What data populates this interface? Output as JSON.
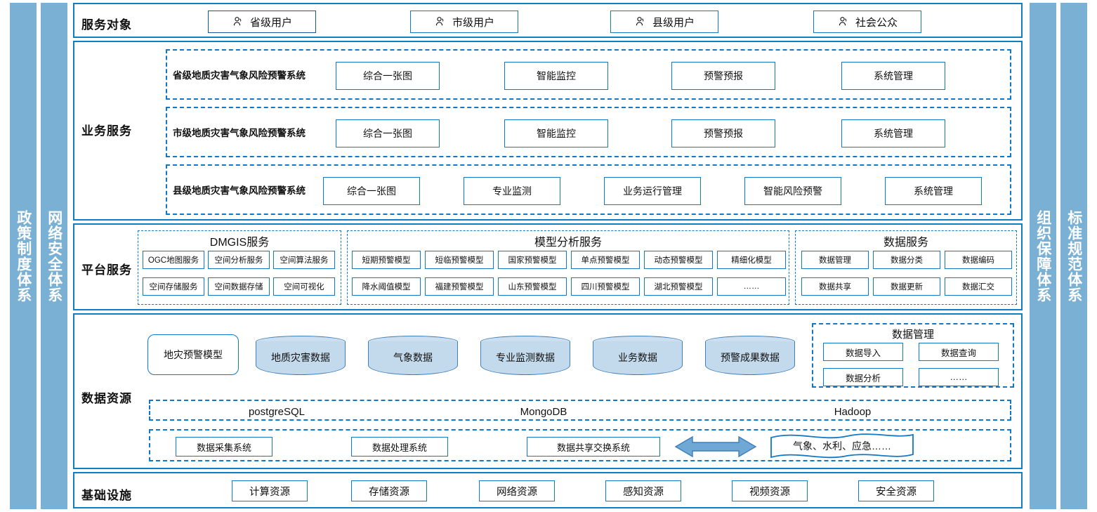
{
  "side_bands": {
    "left": [
      {
        "label": "政策制度体系"
      },
      {
        "label": "网络安全体系"
      }
    ],
    "right": [
      {
        "label": "组织保障体系"
      },
      {
        "label": "标准规范体系"
      }
    ]
  },
  "colors": {
    "band_fill": "#79b0d4",
    "frame_blue": "#0f7fc4",
    "box_blue": "#1277c4",
    "box_navy": "#19539a",
    "cylinder_fill": "#c3d9ec",
    "arrow_fill": "#6fa8d4"
  },
  "service_layer": {
    "label": "服务对象",
    "items": [
      {
        "label": "省级用户",
        "icon": "person-icon",
        "style": "navy"
      },
      {
        "label": "市级用户",
        "icon": "person-icon",
        "style": "blue"
      },
      {
        "label": "县级用户",
        "icon": "person-icon",
        "style": "blue"
      },
      {
        "label": "社会公众",
        "icon": "person-icon",
        "style": "blue"
      }
    ]
  },
  "business_layer": {
    "label": "业务服务",
    "groups": [
      {
        "title": "省级地质灾害气象风险预警系统",
        "items": [
          "综合一张图",
          "智能监控",
          "预警预报",
          "系统管理"
        ]
      },
      {
        "title": "市级地质灾害气象风险预警系统",
        "items": [
          "综合一张图",
          "智能监控",
          "预警预报",
          "系统管理"
        ]
      },
      {
        "title": "县级地质灾害气象风险预警系统",
        "items": [
          "综合一张图",
          "专业监测",
          "业务运行管理",
          "智能风险预警",
          "系统管理"
        ]
      }
    ]
  },
  "platform_layer": {
    "label": "平台服务",
    "groups": [
      {
        "title": "DMGIS服务",
        "row1": [
          "OGC地图服务",
          "空间分析服务",
          "空间算法服务"
        ],
        "row2": [
          "空间存储服务",
          "空间数据存储",
          "空间可视化"
        ]
      },
      {
        "title": "模型分析服务",
        "row1": [
          "短期预警模型",
          "短临预警模型",
          "国家预警模型",
          "单点预警模型",
          "动态预警模型",
          "精细化模型"
        ],
        "row2": [
          "降水阈值模型",
          "福建预警模型",
          "山东预警模型",
          "四川预警模型",
          "湖北预警模型",
          "……"
        ]
      },
      {
        "title": "数据服务",
        "row1": [
          "数据管理",
          "数据分类",
          "数据编码"
        ],
        "row2": [
          "数据共享",
          "数据更新",
          "数据汇交"
        ]
      }
    ]
  },
  "data_layer": {
    "label": "数据资源",
    "model_box": "地灾预警模型",
    "cylinders": [
      "地质灾害数据",
      "气象数据",
      "专业监测数据",
      "业务数据",
      "预警成果数据"
    ],
    "data_management": {
      "title": "数据管理",
      "items": [
        "数据导入",
        "数据查询",
        "数据分析",
        "……"
      ]
    },
    "databases": [
      "postgreSQL",
      "MongoDB",
      "Hadoop"
    ],
    "pipeline": {
      "systems": [
        "数据采集系统",
        "数据处理系统",
        "数据共享交换系统"
      ],
      "arrow": "double-arrow-icon",
      "external": "气象、水利、应急……"
    }
  },
  "infrastructure_layer": {
    "label": "基础设施",
    "items": [
      "计算资源",
      "存储资源",
      "网络资源",
      "感知资源",
      "视频资源",
      "安全资源"
    ]
  }
}
